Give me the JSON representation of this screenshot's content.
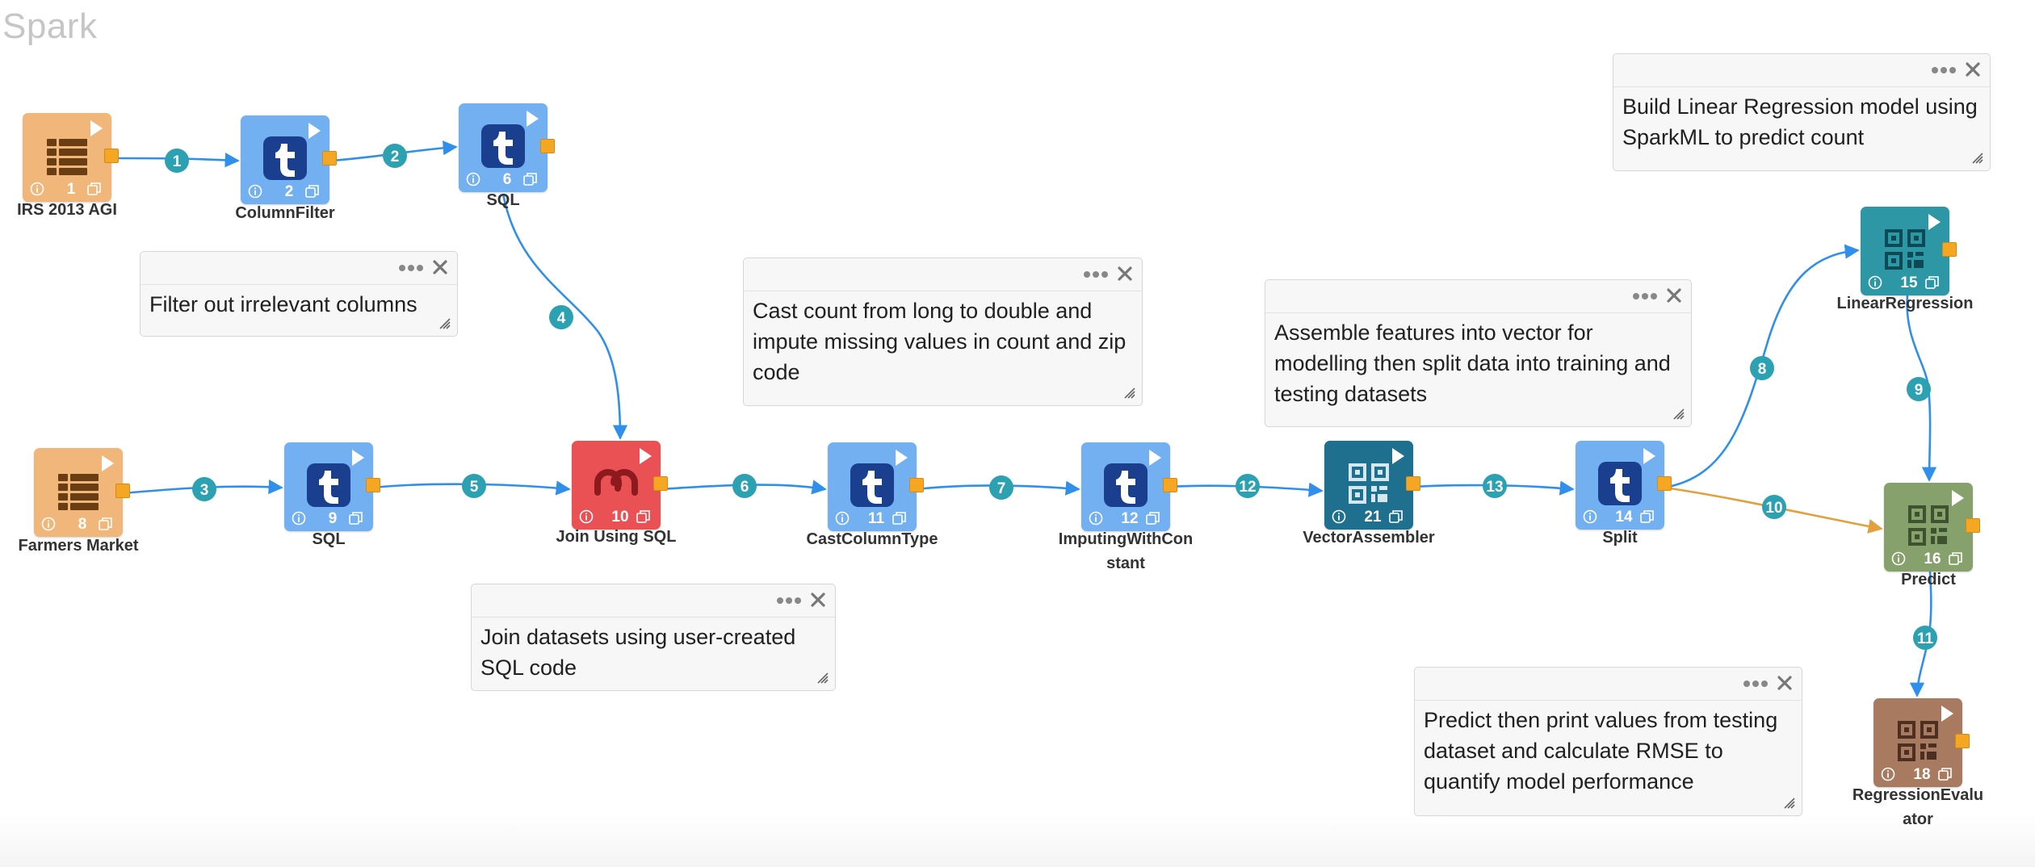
{
  "app": {
    "title": "Spark"
  },
  "colors": {
    "edge_blue": "#2f8fea",
    "edge_orange": "#e2a03f",
    "badge_teal": "#2ba1b1",
    "port_orange": "#f5a623",
    "source_tan": "#f1b67a",
    "sql_blue": "#72b0f2",
    "join_red": "#e95155",
    "assembler_teal": "#1f6f8f",
    "regression_teal": "#2e97a6",
    "predict_olive": "#86a16b",
    "evaluator_brown": "#a87a60"
  },
  "nodes": [
    {
      "id": "n1",
      "num": "1",
      "label": "IRS 2013 AGI",
      "icon": "table-icon"
    },
    {
      "id": "n2",
      "num": "2",
      "label": "ColumnFilter",
      "icon": "tumblr-t-icon"
    },
    {
      "id": "n6",
      "num": "6",
      "label": "SQL",
      "icon": "tumblr-t-icon"
    },
    {
      "id": "n8",
      "num": "8",
      "label": "Farmers Market",
      "icon": "table-icon"
    },
    {
      "id": "n9",
      "num": "9",
      "label": "SQL",
      "icon": "tumblr-t-icon"
    },
    {
      "id": "n10",
      "num": "10",
      "label": "Join Using SQL",
      "icon": "stumbleupon-icon"
    },
    {
      "id": "n11",
      "num": "11",
      "label": "CastColumnType",
      "icon": "tumblr-t-icon"
    },
    {
      "id": "n12",
      "num": "12",
      "label": "ImputingWithCon stant",
      "label_lines": [
        "ImputingWithCon",
        "stant"
      ],
      "icon": "tumblr-t-icon"
    },
    {
      "id": "n21",
      "num": "21",
      "label": "VectorAssembler",
      "icon": "qr-code-icon"
    },
    {
      "id": "n14",
      "num": "14",
      "label": "Split",
      "icon": "tumblr-t-icon"
    },
    {
      "id": "n15",
      "num": "15",
      "label": "LinearRegression",
      "icon": "qr-code-icon"
    },
    {
      "id": "n16",
      "num": "16",
      "label": "Predict",
      "icon": "qr-code-icon"
    },
    {
      "id": "n18",
      "num": "18",
      "label": "RegressionEvalu ator",
      "label_lines": [
        "RegressionEvalu",
        "ator"
      ],
      "icon": "qr-code-icon"
    }
  ],
  "edges": [
    {
      "num": "1",
      "from": "n1",
      "to": "n2",
      "color": "blue"
    },
    {
      "num": "2",
      "from": "n2",
      "to": "n6",
      "color": "blue"
    },
    {
      "num": "3",
      "from": "n8",
      "to": "n9",
      "color": "blue"
    },
    {
      "num": "4",
      "from": "n6",
      "to": "n10",
      "color": "blue"
    },
    {
      "num": "5",
      "from": "n9",
      "to": "n10",
      "color": "blue"
    },
    {
      "num": "6",
      "from": "n10",
      "to": "n11",
      "color": "blue"
    },
    {
      "num": "7",
      "from": "n11",
      "to": "n12",
      "color": "blue"
    },
    {
      "num": "12",
      "from": "n12",
      "to": "n21",
      "color": "blue"
    },
    {
      "num": "13",
      "from": "n21",
      "to": "n14",
      "color": "blue"
    },
    {
      "num": "8",
      "from": "n14",
      "to": "n15",
      "color": "blue"
    },
    {
      "num": "9",
      "from": "n15",
      "to": "n16",
      "color": "blue"
    },
    {
      "num": "10",
      "from": "n14",
      "to": "n16",
      "color": "orange"
    },
    {
      "num": "11",
      "from": "n16",
      "to": "n18",
      "color": "blue"
    }
  ],
  "notes": [
    {
      "id": "note-filter",
      "text": "Filter out irrelevant columns"
    },
    {
      "id": "note-cast",
      "text": "Cast count from long to double and impute missing values in count and zip code"
    },
    {
      "id": "note-join",
      "text": "Join datasets using user-created SQL code"
    },
    {
      "id": "note-assemble",
      "text": "Assemble features into vector for modelling then split data into training and testing datasets"
    },
    {
      "id": "note-build",
      "text": "Build Linear Regression model using SparkML to predict count"
    },
    {
      "id": "note-predict",
      "text": "Predict then print values from testing dataset and calculate RMSE to quantify model performance"
    }
  ]
}
